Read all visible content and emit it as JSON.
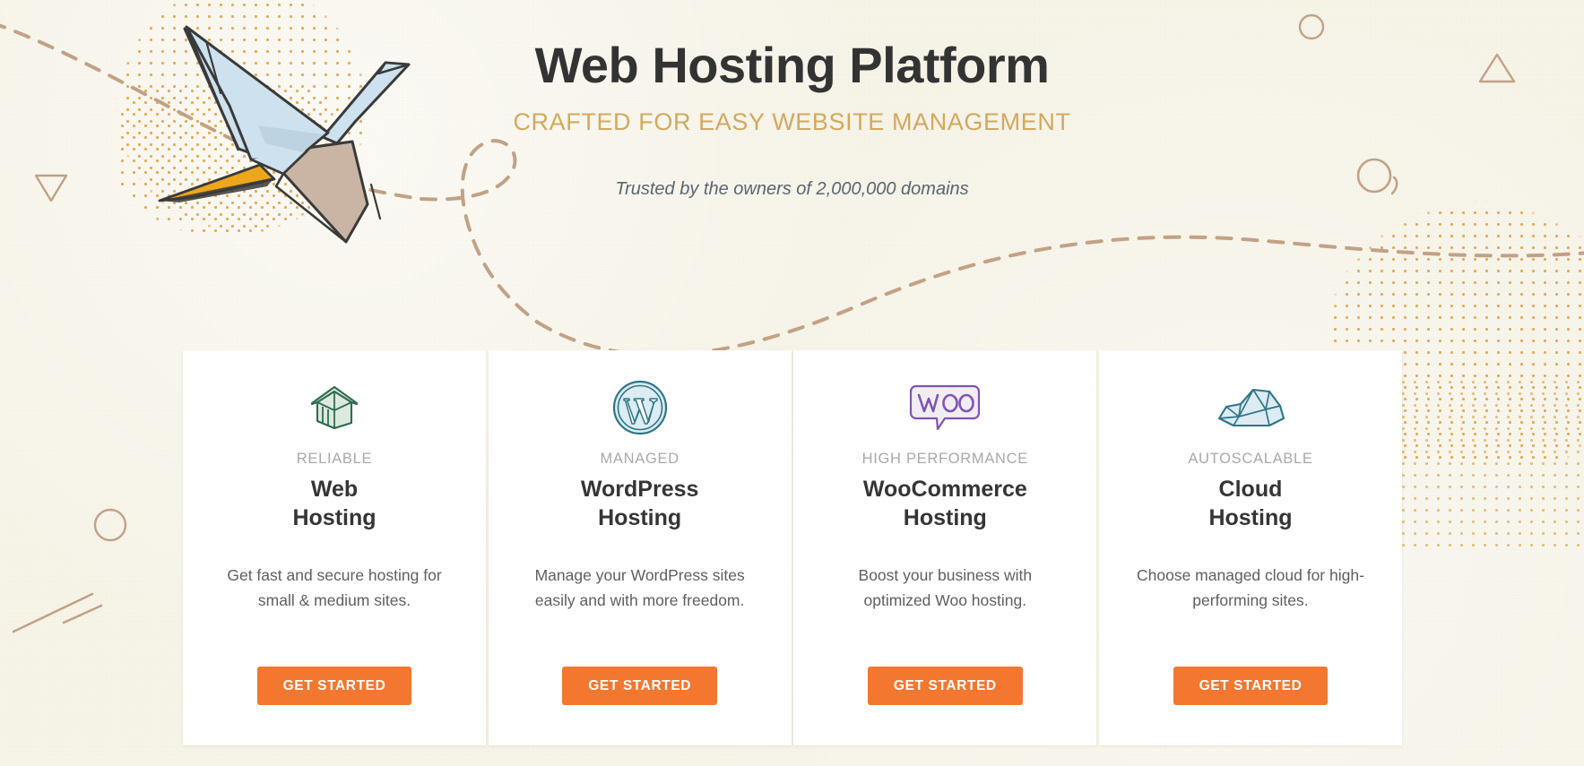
{
  "header": {
    "title": "Web Hosting Platform",
    "subtitle": "CRAFTED FOR EASY WEBSITE MANAGEMENT",
    "trusted": "Trusted by the owners of 2,000,000 domains"
  },
  "colors": {
    "background": "#f6f3e7",
    "title": "#333333",
    "subtitle_accent": "#d3a85e",
    "cta_orange": "#f4772f",
    "card_background": "#ffffff",
    "kicker_gray": "#a9a9a9",
    "dot_amber": "#e0ab5c",
    "dash_tan": "#c8a886",
    "teal": "#2e7687",
    "green": "#2f6b52",
    "purple": "#7f54b3"
  },
  "illustration": {
    "name": "origami-crane",
    "wing_color": "#cfe3ef",
    "body_color": "#c9b3a4",
    "beak_color": "#eda71d",
    "outline_color": "#3a3a3a"
  },
  "cards": [
    {
      "icon": "house-icon",
      "kicker": "RELIABLE",
      "title_line1": "Web",
      "title_line2": "Hosting",
      "description": "Get fast and secure hosting for small & medium sites.",
      "cta": "GET STARTED"
    },
    {
      "icon": "wordpress-icon",
      "kicker": "MANAGED",
      "title_line1": "WordPress",
      "title_line2": "Hosting",
      "description": "Manage your WordPress sites easily and with more freedom.",
      "cta": "GET STARTED"
    },
    {
      "icon": "woocommerce-icon",
      "kicker": "HIGH PERFORMANCE",
      "title_line1": "WooCommerce",
      "title_line2": "Hosting",
      "description": "Boost your business with optimized Woo hosting.",
      "cta": "GET STARTED"
    },
    {
      "icon": "cloud-icon",
      "kicker": "AUTOSCALABLE",
      "title_line1": "Cloud",
      "title_line2": "Hosting",
      "description": "Choose managed cloud for high-performing sites.",
      "cta": "GET STARTED"
    }
  ]
}
